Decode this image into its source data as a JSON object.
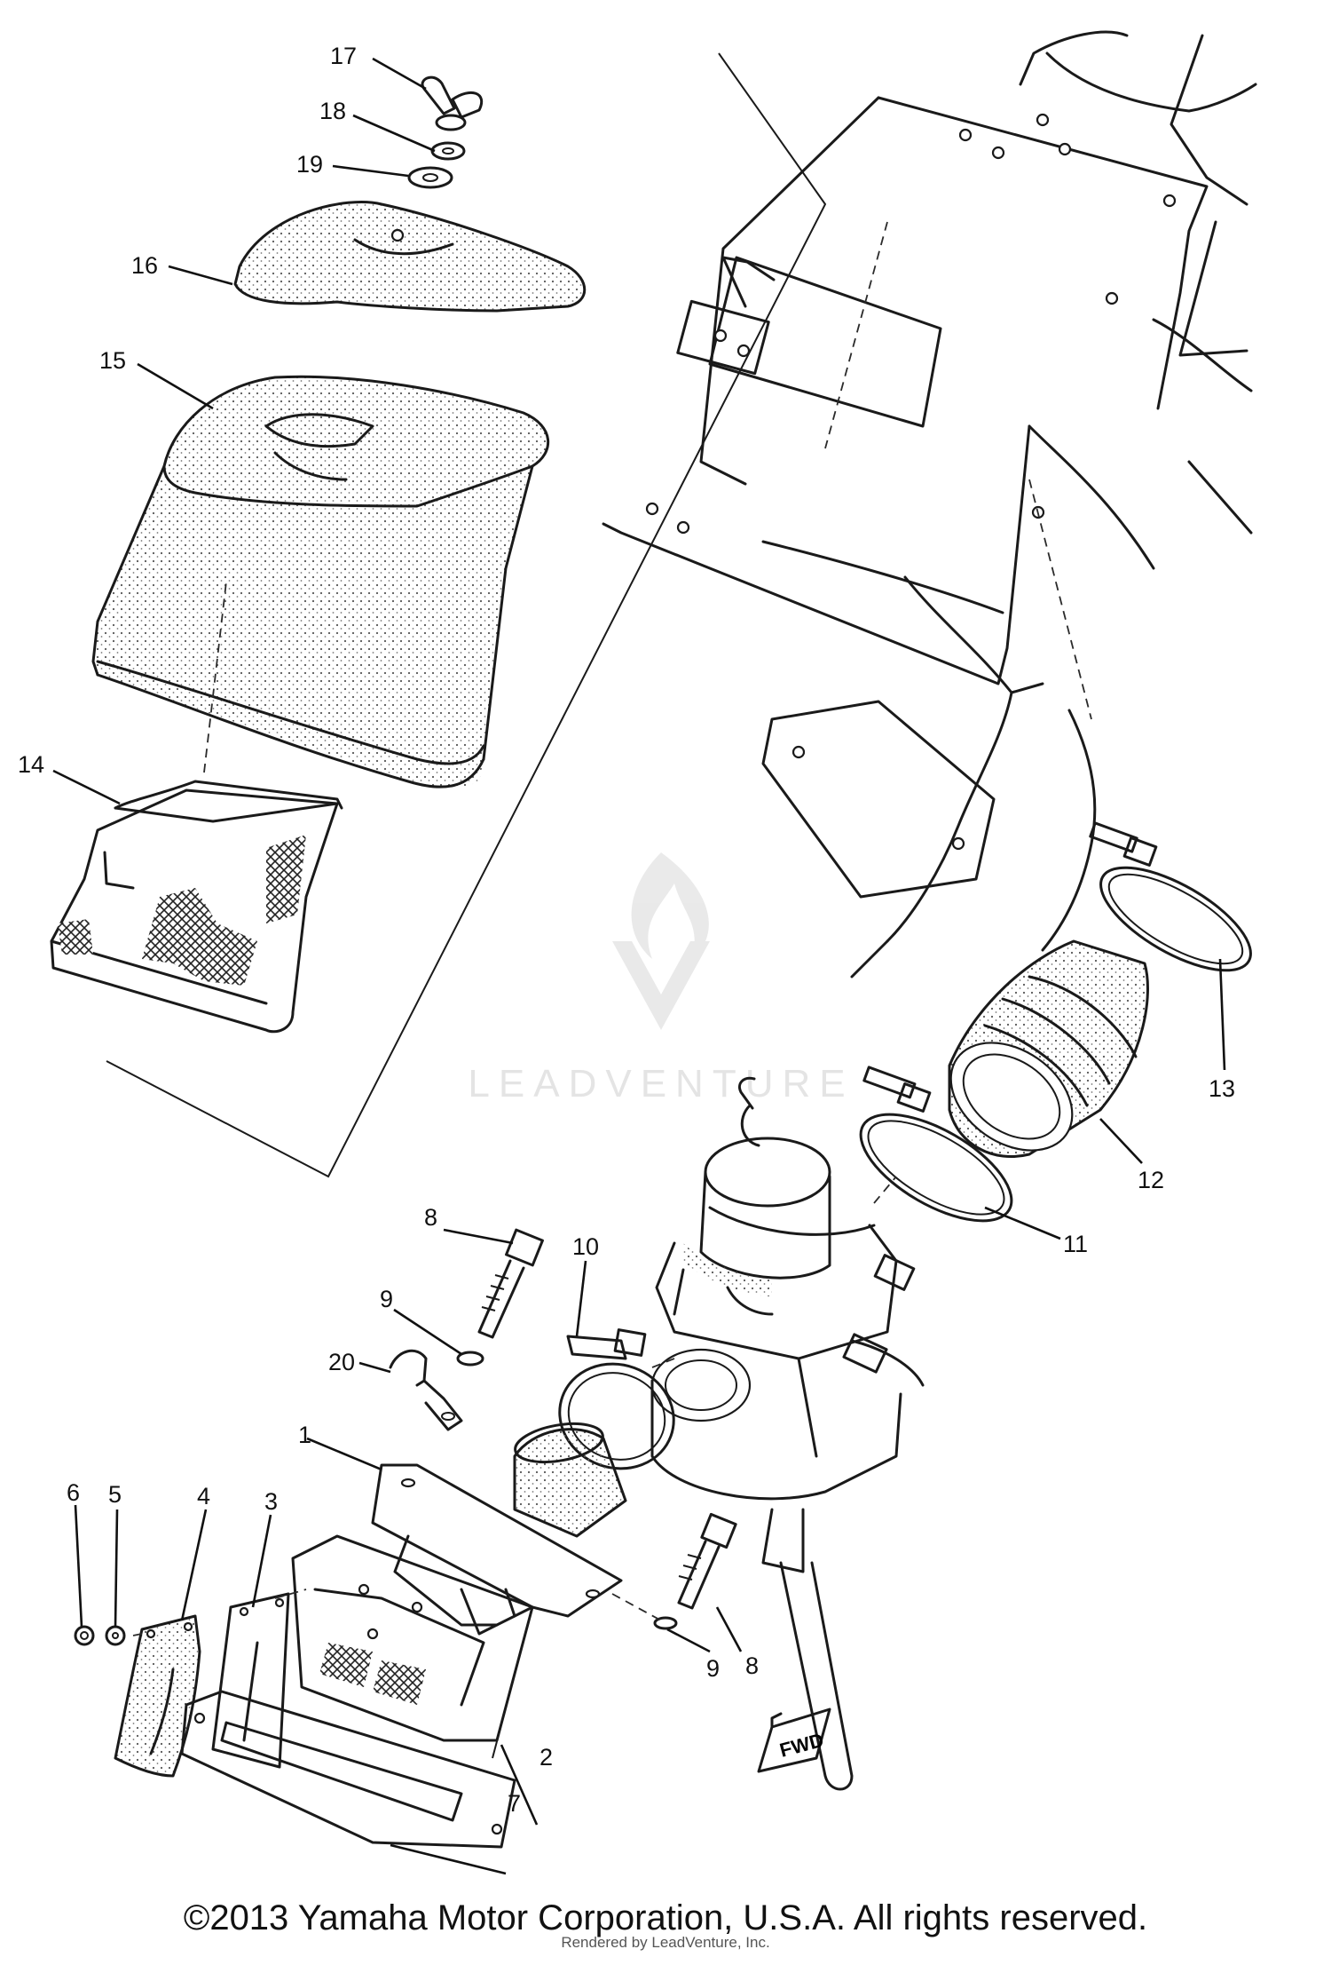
{
  "diagram": {
    "callouts": {
      "c1": "1",
      "c2": "2",
      "c3": "3",
      "c4": "4",
      "c5": "5",
      "c6": "6",
      "c7": "7",
      "c8a": "8",
      "c8b": "8",
      "c9a": "9",
      "c9b": "9",
      "c10": "10",
      "c11": "11",
      "c12": "12",
      "c13": "13",
      "c14": "14",
      "c15": "15",
      "c16": "16",
      "c17": "17",
      "c18": "18",
      "c19": "19",
      "c20": "20"
    },
    "fwd_label": "FWD"
  },
  "watermark": {
    "text": "LEADVENTURE"
  },
  "footer": {
    "copyright": "©2013 Yamaha Motor Corporation, U.S.A. All rights reserved.",
    "rendered_by": "Rendered by LeadVenture, Inc."
  }
}
